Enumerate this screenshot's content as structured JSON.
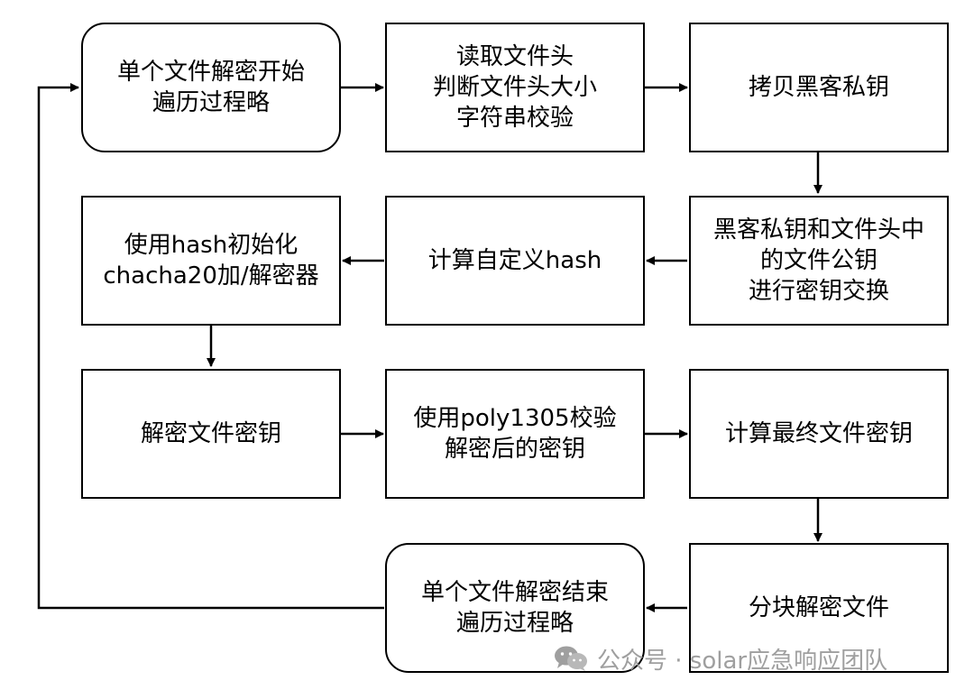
{
  "nodes": [
    {
      "id": "n1",
      "text": "单个文件解密开始\n遍历过程略"
    },
    {
      "id": "n2",
      "text": "读取文件头\n判断文件头大小\n字符串校验"
    },
    {
      "id": "n3",
      "text": "拷贝黑客私钥"
    },
    {
      "id": "n4",
      "text": "黑客私钥和文件头中\n的文件公钥\n进行密钥交换"
    },
    {
      "id": "n5",
      "text": "计算自定义hash"
    },
    {
      "id": "n6",
      "text": "使用hash初始化\nchacha20加/解密器"
    },
    {
      "id": "n7",
      "text": "解密文件密钥"
    },
    {
      "id": "n8",
      "text": "使用poly1305校验\n解密后的密钥"
    },
    {
      "id": "n9",
      "text": "计算最终文件密钥"
    },
    {
      "id": "n10",
      "text": "分块解密文件"
    },
    {
      "id": "n11",
      "text": "单个文件解密结束\n遍历过程略"
    }
  ],
  "edges": [
    {
      "from": "n1",
      "to": "n2"
    },
    {
      "from": "n2",
      "to": "n3"
    },
    {
      "from": "n3",
      "to": "n4"
    },
    {
      "from": "n4",
      "to": "n5"
    },
    {
      "from": "n5",
      "to": "n6"
    },
    {
      "from": "n6",
      "to": "n7"
    },
    {
      "from": "n7",
      "to": "n8"
    },
    {
      "from": "n8",
      "to": "n9"
    },
    {
      "from": "n9",
      "to": "n10"
    },
    {
      "from": "n10",
      "to": "n11"
    },
    {
      "from": "n11",
      "to": "n1",
      "kind": "loop-back"
    }
  ],
  "watermark": {
    "text": "公众号 · solar应急响应团队",
    "icon": "wechat-icon"
  }
}
